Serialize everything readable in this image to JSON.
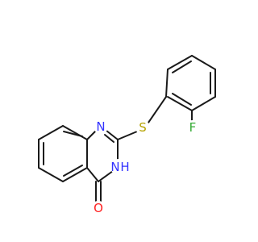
{
  "molecule": {
    "atoms": {
      "N1": {
        "symbol": "N",
        "color": "#3333ff"
      },
      "N3": {
        "symbol": "N",
        "color": "#3333ff"
      },
      "H3": {
        "symbol": "H",
        "color": "#3333ff"
      },
      "S": {
        "symbol": "S",
        "color": "#b5a200"
      },
      "F": {
        "symbol": "F",
        "color": "#33aa33"
      },
      "O": {
        "symbol": "O",
        "color": "#ff2222"
      }
    },
    "bond_color": "#1a1a1a",
    "background": "#ffffff"
  }
}
